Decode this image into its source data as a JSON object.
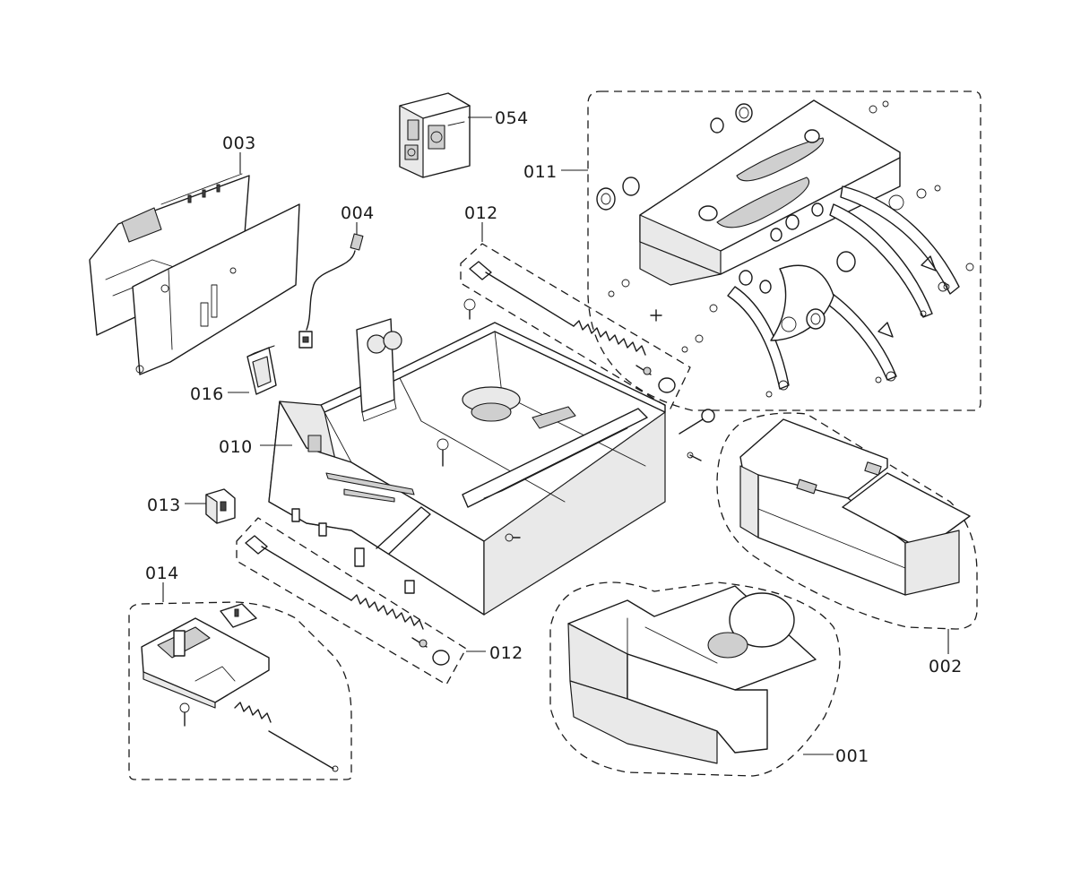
{
  "callouts": {
    "p001": "001",
    "p002": "002",
    "p003": "003",
    "p004": "004",
    "p010": "010",
    "p011": "011",
    "p012_top": "012",
    "p012_bottom": "012",
    "p013": "013",
    "p014": "014",
    "p016": "016",
    "p054": "054"
  }
}
